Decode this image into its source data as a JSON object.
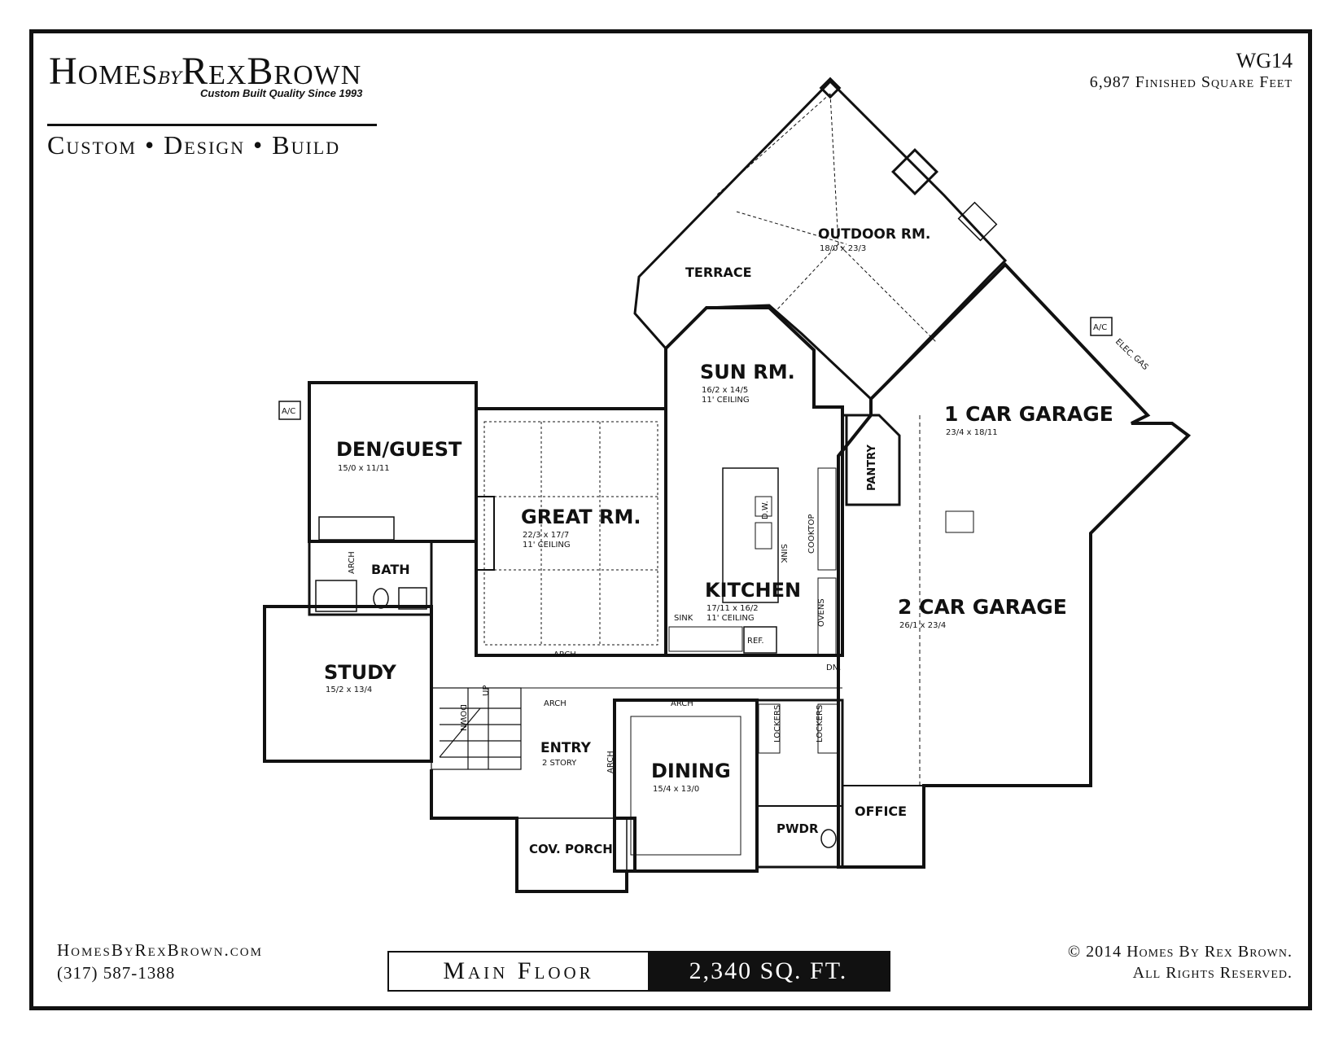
{
  "brand": {
    "name_pre": "Homes",
    "name_by": "by",
    "name_post": "RexBrown",
    "tagline": "Custom Built Quality Since 1993",
    "services": "Custom • Design • Build"
  },
  "plan": {
    "id": "WG14",
    "finished_sqft": "6,987 Finished Square Feet"
  },
  "rooms": {
    "outdoor": {
      "name": "OUTDOOR RM.",
      "dims": "18/0 x 23/3"
    },
    "terrace": {
      "name": "TERRACE"
    },
    "sun": {
      "name": "SUN RM.",
      "dims": "16/2 x 14/5",
      "ceiling": "11' CEILING"
    },
    "den": {
      "name": "DEN/GUEST",
      "dims": "15/0 x 11/11"
    },
    "great": {
      "name": "GREAT RM.",
      "dims": "22/3 x 17/7",
      "ceiling": "11' CEILING"
    },
    "kitchen": {
      "name": "KITCHEN",
      "dims": "17/11 x 16/2",
      "ceiling": "11' CEILING"
    },
    "bath": {
      "name": "BATH"
    },
    "study": {
      "name": "STUDY",
      "dims": "15/2 x 13/4"
    },
    "entry": {
      "name": "ENTRY",
      "note": "2 STORY"
    },
    "dining": {
      "name": "DINING",
      "dims": "15/4 x 13/0"
    },
    "porch": {
      "name": "COV. PORCH"
    },
    "pwdr": {
      "name": "PWDR"
    },
    "office": {
      "name": "OFFICE"
    },
    "pantry": {
      "name": "PANTRY"
    },
    "garage1": {
      "name": "1 CAR GARAGE",
      "dims": "23/4 x 18/11"
    },
    "garage2": {
      "name": "2 CAR GARAGE",
      "dims": "26/1 x 23/4"
    }
  },
  "labels": {
    "ac": "A/C",
    "elec": "ELEC.",
    "gas": "GAS",
    "arch": "ARCH",
    "sink": "SINK",
    "dw": "D.W.",
    "cooktop": "COOKTOP",
    "ovens": "OVENS",
    "ref": "REF.",
    "dn": "DN.",
    "down": "DOWN",
    "up": "UP",
    "lockers": "LOCKERS"
  },
  "footer": {
    "website": "HomesByRexBrown.com",
    "phone": "(317) 587-1388",
    "floor_name": "Main Floor",
    "floor_sqft": "2,340 SQ. FT.",
    "copyright": "© 2014 Homes By Rex Brown.",
    "rights": "All Rights Reserved."
  }
}
